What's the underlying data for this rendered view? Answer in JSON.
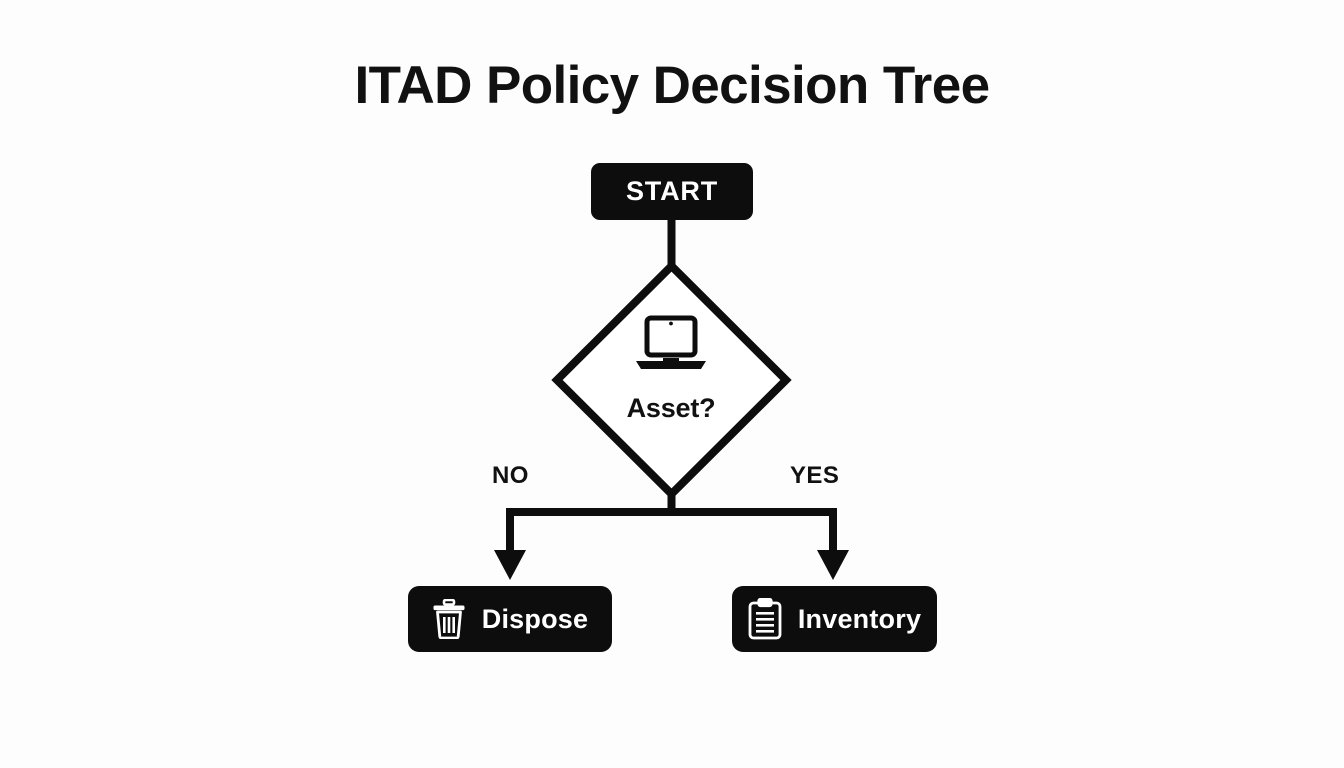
{
  "diagram": {
    "title": "ITAD Policy Decision Tree",
    "background_color": "#fdfdfd",
    "ink_color": "#0d0d0d",
    "node_text_color": "#ffffff",
    "start_node": {
      "label": "START",
      "shape": "rounded-rectangle",
      "fill": "#0d0d0d"
    },
    "decision_node": {
      "label": "Asset?",
      "shape": "diamond",
      "icon": "laptop-icon",
      "fill": "#ffffff",
      "stroke": "#0d0d0d"
    },
    "branches": [
      {
        "label": "NO",
        "target": "dispose"
      },
      {
        "label": "YES",
        "target": "inventory"
      }
    ],
    "outcome_nodes": [
      {
        "id": "dispose",
        "label": "Dispose",
        "icon": "trash-icon",
        "fill": "#0d0d0d"
      },
      {
        "id": "inventory",
        "label": "Inventory",
        "icon": "clipboard-icon",
        "fill": "#0d0d0d"
      }
    ]
  }
}
